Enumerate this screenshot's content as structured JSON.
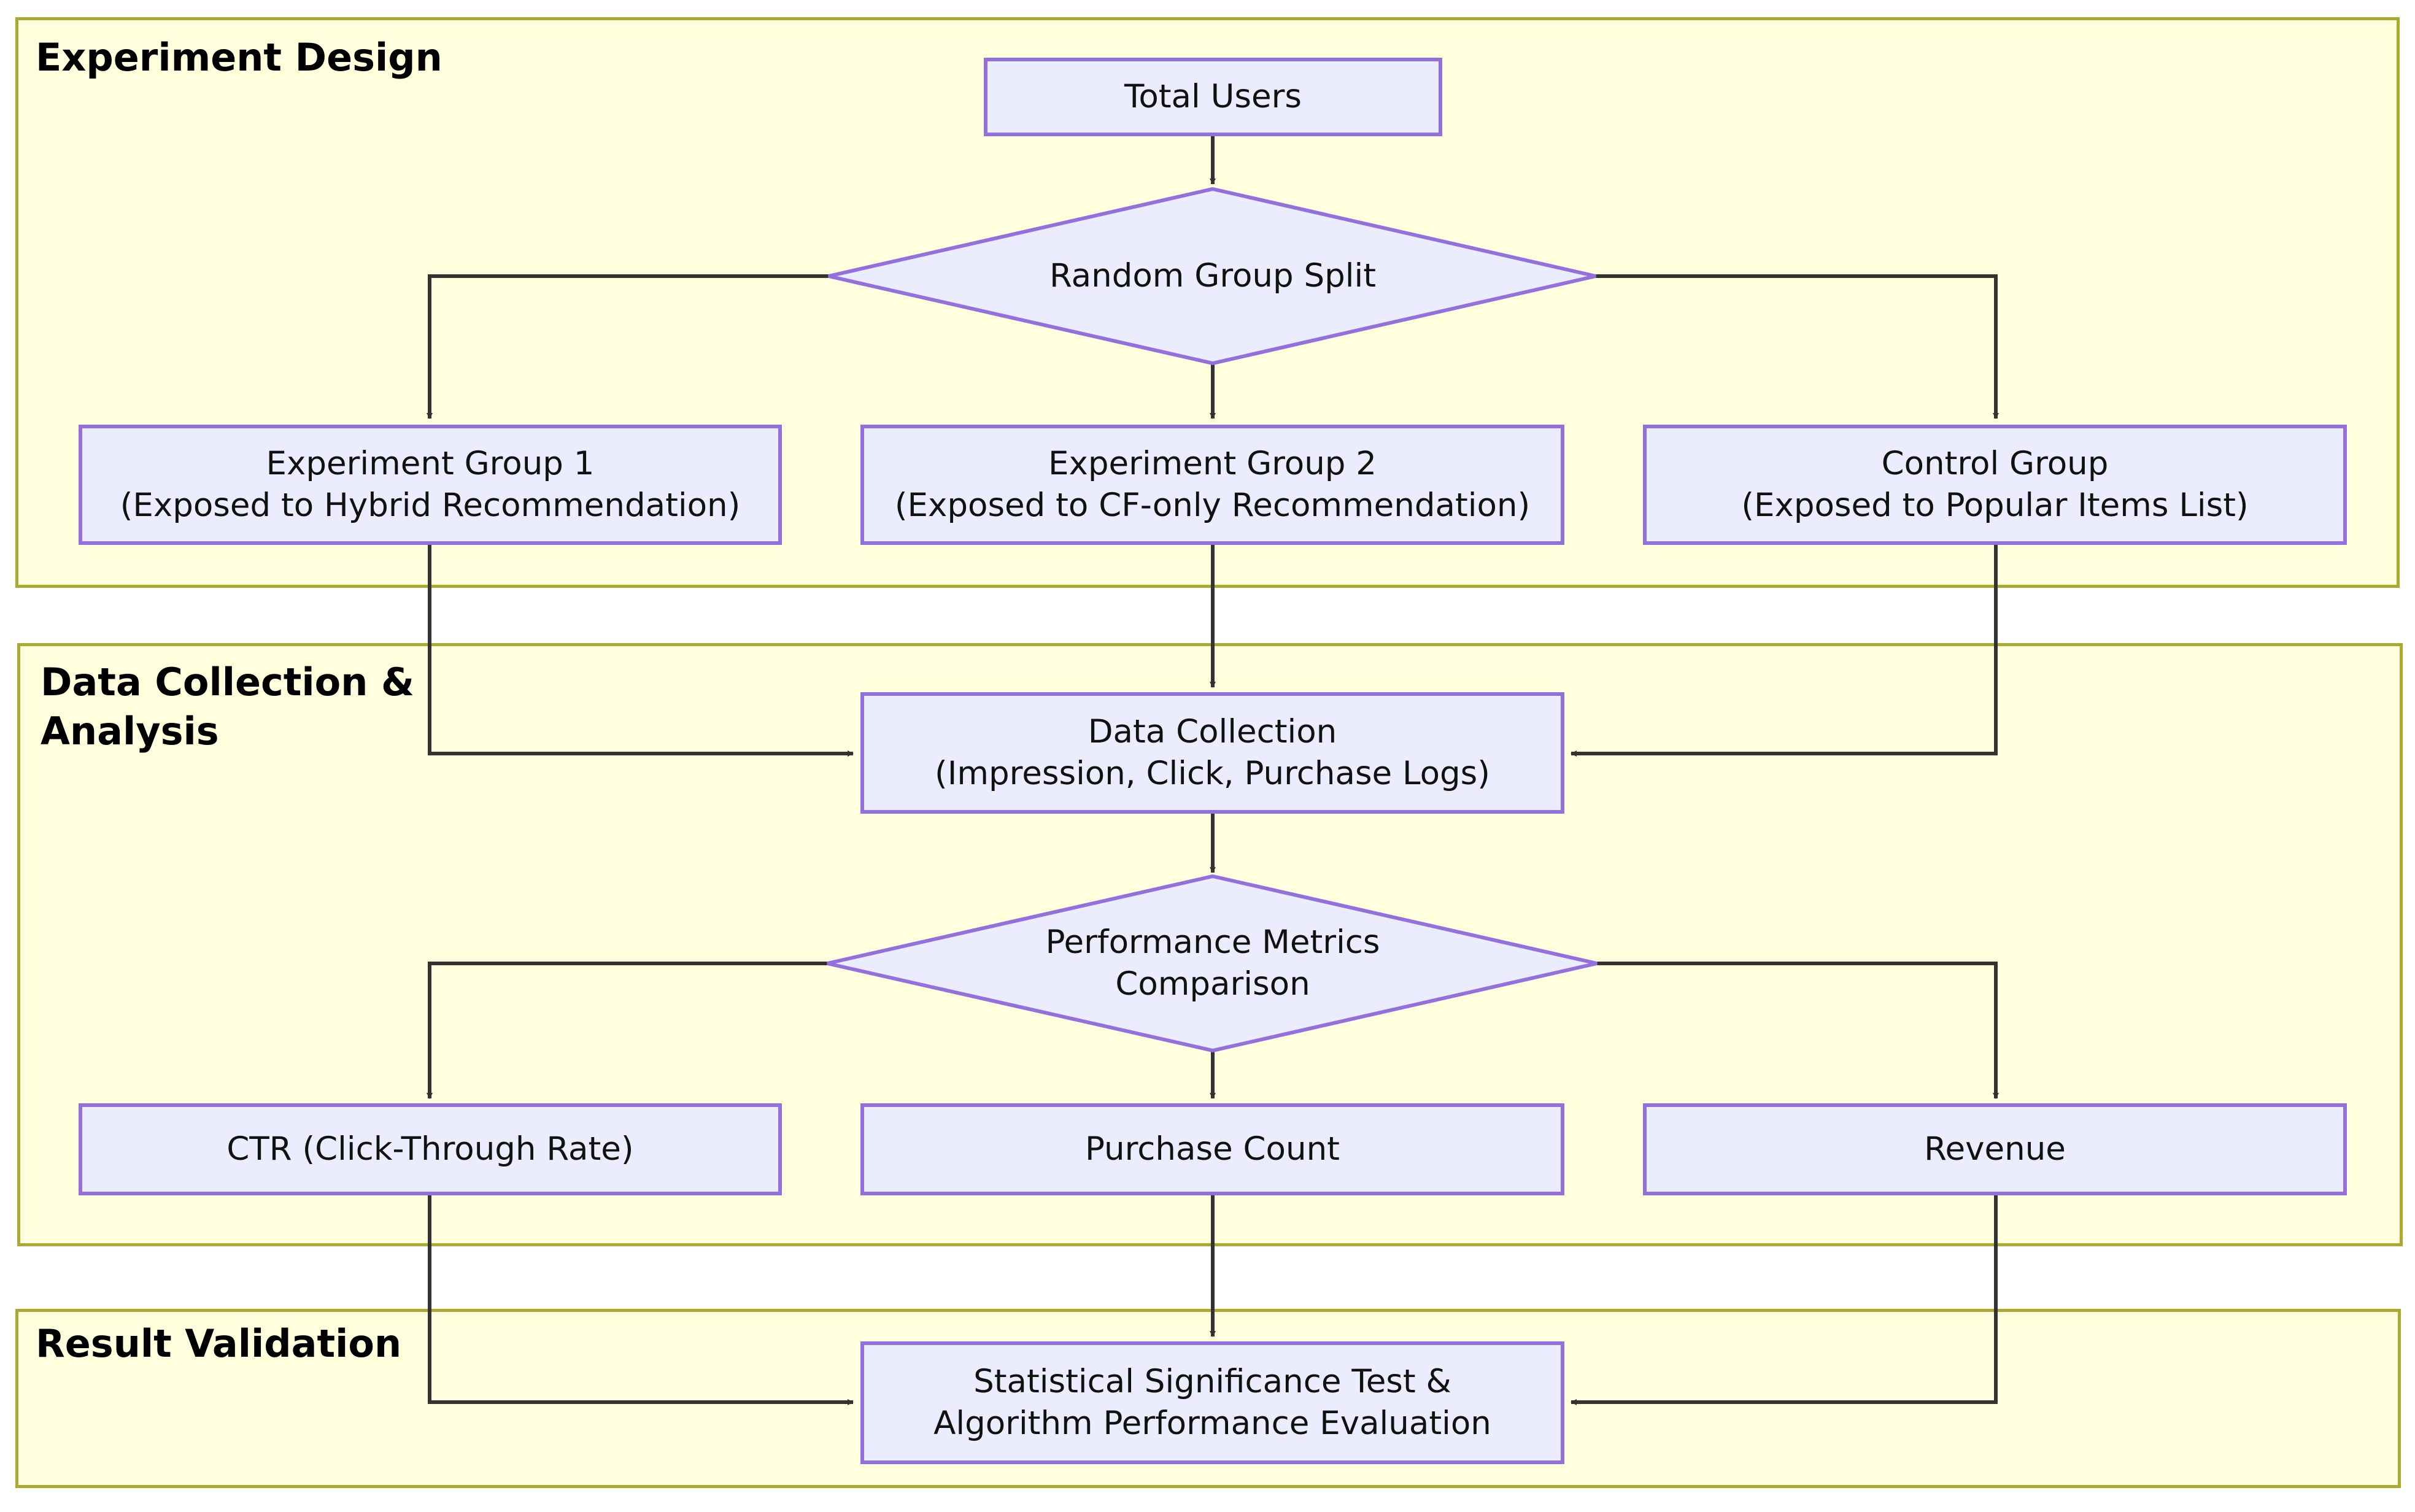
{
  "colors": {
    "lane_fill": "#ffffde",
    "lane_border": "#aaaa33",
    "node_fill": "#ececff",
    "node_border": "#9370db",
    "edge": "#333333"
  },
  "lanes": {
    "design": {
      "title": "Experiment Design"
    },
    "analysis": {
      "title_line1": "Data Collection &",
      "title_line2": "Analysis"
    },
    "validation": {
      "title": "Result Validation"
    }
  },
  "nodes": {
    "total_users": {
      "line1": "Total Users"
    },
    "random_split": {
      "line1": "Random Group Split"
    },
    "exp_group_1": {
      "line1": "Experiment Group 1",
      "line2": "(Exposed to Hybrid Recommendation)"
    },
    "exp_group_2": {
      "line1": "Experiment Group 2",
      "line2": "(Exposed to CF-only Recommendation)"
    },
    "control_group": {
      "line1": "Control Group",
      "line2": "(Exposed to Popular Items List)"
    },
    "data_collection": {
      "line1": "Data Collection",
      "line2": "(Impression, Click, Purchase Logs)"
    },
    "metrics_comparison": {
      "line1": "Performance Metrics",
      "line2": "Comparison"
    },
    "ctr": {
      "line1": "CTR (Click-Through Rate)"
    },
    "purchase_count": {
      "line1": "Purchase Count"
    },
    "revenue": {
      "line1": "Revenue"
    },
    "significance_test": {
      "line1": "Statistical Significance Test &",
      "line2": "Algorithm Performance Evaluation"
    }
  }
}
